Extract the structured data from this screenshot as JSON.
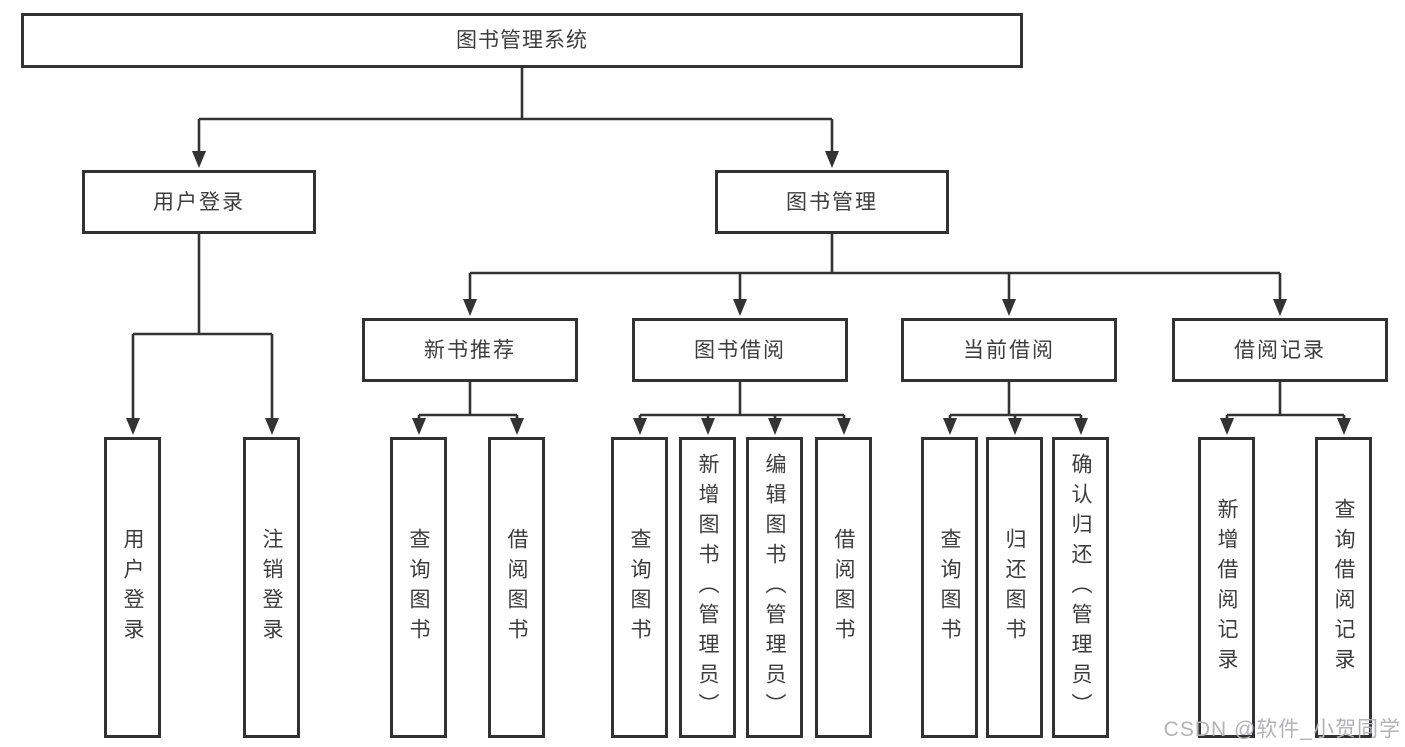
{
  "diagram": {
    "root": "图书管理系统",
    "branches": [
      {
        "label": "用户登录",
        "children": [
          "用户登录",
          "注销登录"
        ]
      },
      {
        "label": "图书管理",
        "groups": [
          {
            "label": "新书推荐",
            "children": [
              "查询图书",
              "借阅图书"
            ]
          },
          {
            "label": "图书借阅",
            "children": [
              "查询图书",
              "新增图书（管理员）",
              "编辑图书（管理员）",
              "借阅图书"
            ]
          },
          {
            "label": "当前借阅",
            "children": [
              "查询图书",
              "归还图书",
              "确认归还（管理员）"
            ]
          },
          {
            "label": "借阅记录",
            "children": [
              "新增借阅记录",
              "查询借阅记录"
            ]
          }
        ]
      }
    ]
  },
  "watermark": "CSDN @软件_小贺同学",
  "colors": {
    "line": "#333333",
    "box_border": "#323232",
    "text": "#3d3d3d",
    "watermark": "#b2b2b7",
    "background": "#ffffff"
  }
}
